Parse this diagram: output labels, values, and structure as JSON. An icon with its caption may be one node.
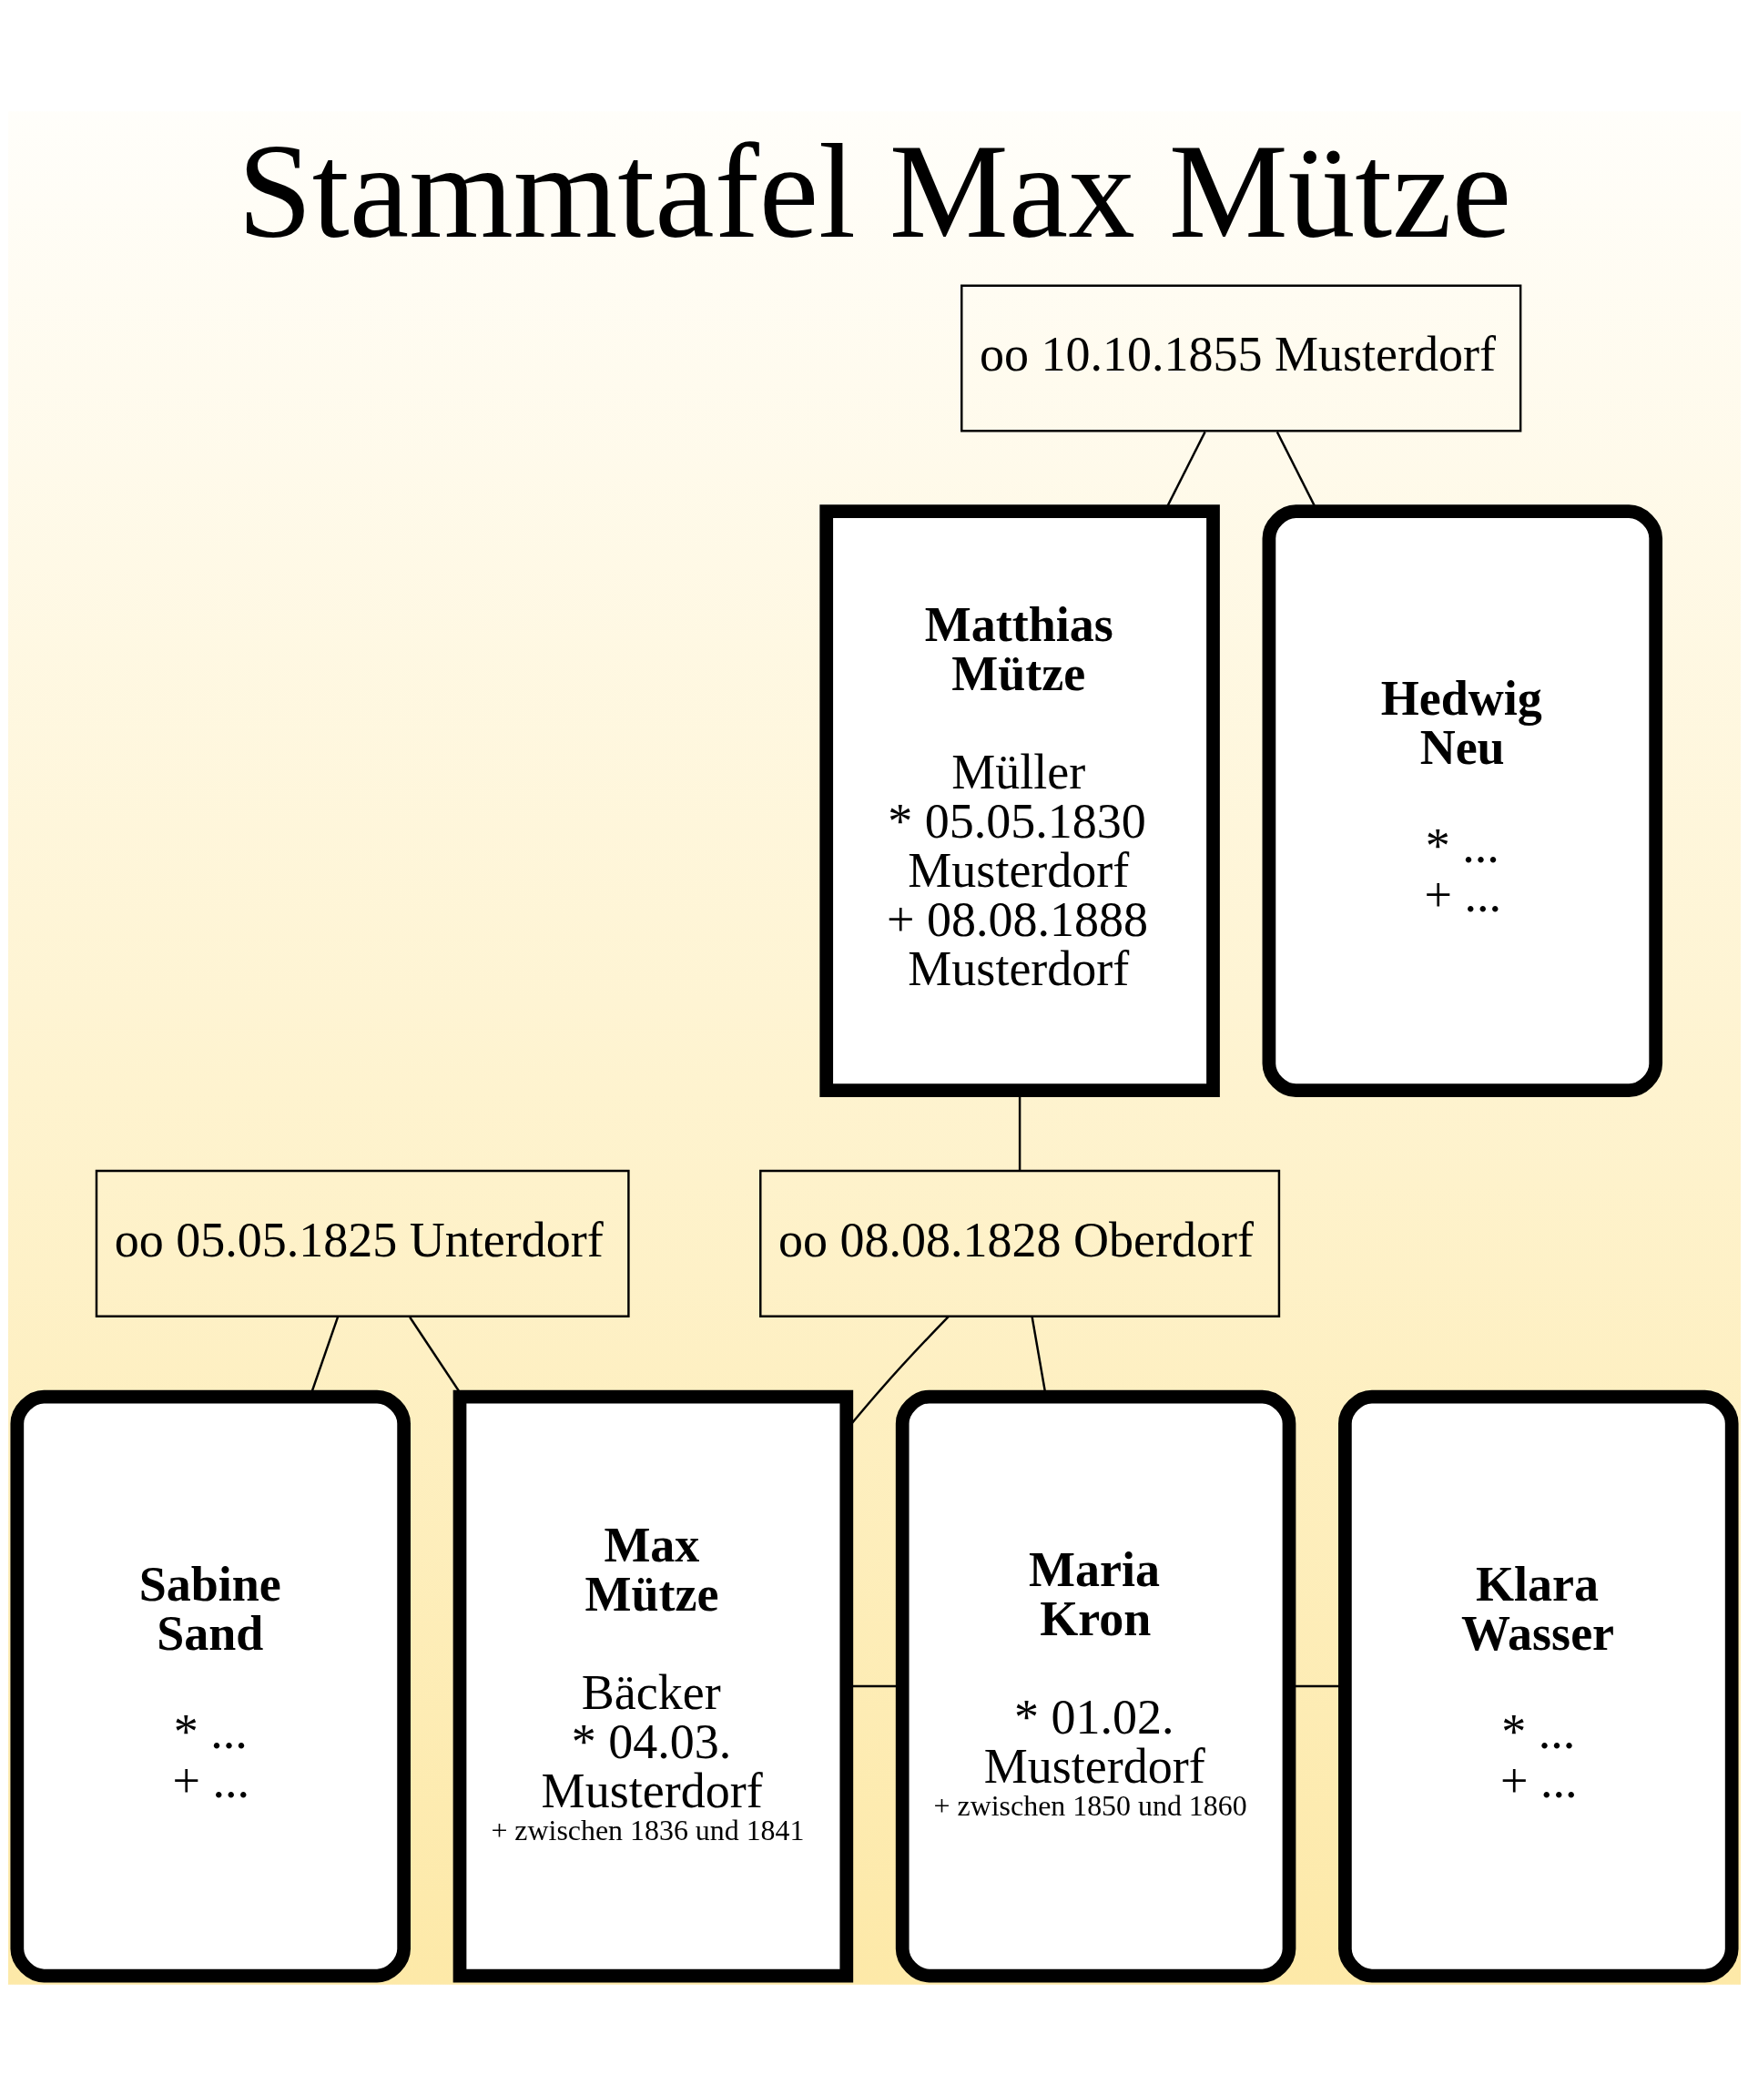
{
  "diagram": {
    "title": "Stammtafel Max Mütze",
    "nodes": [
      {
        "text": [
          "oo 10.10.1855 Musterdorf"
        ]
      },
      {
        "text": [
          "Matthias Mütze",
          "Müller",
          "* 05.05.1830",
          "Musterdorf",
          "+ 08.08.1888",
          "Musterdorf"
        ]
      },
      {
        "text": [
          "Hedwig Neu",
          "* ...",
          "+ ..."
        ]
      },
      {
        "text": [
          "oo 05.05.1825 Unterdorf"
        ]
      },
      {
        "text": [
          "oo 08.08.1828 Oberdorf"
        ]
      },
      {
        "text": [
          "Sabine Sand",
          "* ...",
          "+ ..."
        ]
      },
      {
        "text": [
          "Max Mütze",
          "Bäcker",
          "* 04.03.",
          "Musterdorf",
          "+ zwischen 1836 und 1841"
        ]
      },
      {
        "text": [
          "Maria Kron",
          "* 01.02.",
          "Musterdorf",
          "+ zwischen 1850 und 1860"
        ]
      },
      {
        "text": [
          "Klara Wasser",
          "* ...",
          "+ ..."
        ]
      }
    ],
    "edges": [
      {
        "from": 0,
        "to": 1,
        "arrow": "none"
      },
      {
        "from": 0,
        "to": 2,
        "arrow": "none"
      },
      {
        "from": 1,
        "to": 4,
        "arrow": "none"
      },
      {
        "from": 3,
        "to": 5,
        "arrow": "none"
      },
      {
        "from": 3,
        "to": 6,
        "arrow": "none"
      },
      {
        "from": 4,
        "to": 6,
        "arrow": "none"
      },
      {
        "from": 4,
        "to": 7,
        "arrow": "none"
      },
      {
        "from": 6,
        "to": 7,
        "arrow": "none"
      },
      {
        "from": 7,
        "to": 8,
        "arrow": "none"
      }
    ]
  }
}
